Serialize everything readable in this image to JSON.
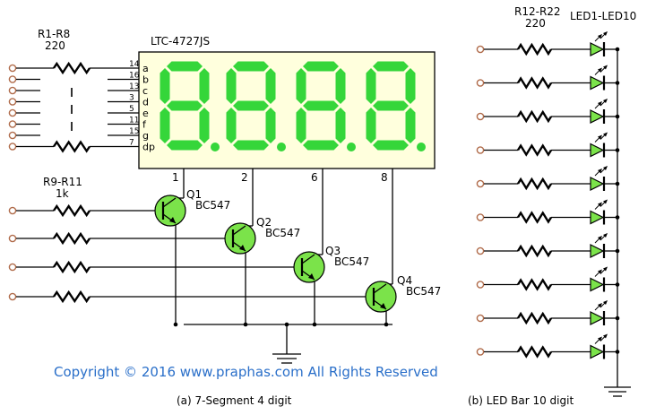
{
  "left_circuit": {
    "resistor_group_1": {
      "name": "R1-R8",
      "value": "220"
    },
    "resistor_group_2": {
      "name": "R9-R11",
      "value": "1k"
    },
    "display": {
      "part": "LTC-4727JS",
      "segment_pins": [
        "14",
        "16",
        "13",
        "3",
        "5",
        "11",
        "15",
        "7"
      ],
      "segment_names": [
        "a",
        "b",
        "c",
        "d",
        "e",
        "f",
        "g",
        "dp"
      ],
      "digit_pins": [
        "1",
        "2",
        "6",
        "8"
      ]
    },
    "transistors": [
      {
        "ref": "Q1",
        "type": "BC547"
      },
      {
        "ref": "Q2",
        "type": "BC547"
      },
      {
        "ref": "Q3",
        "type": "BC547"
      },
      {
        "ref": "Q4",
        "type": "BC547"
      }
    ],
    "caption": "(a) 7-Segment 4 digit"
  },
  "right_circuit": {
    "resistor_group": {
      "name": "R12-R22",
      "value": "220"
    },
    "led_group": "LED1-LED10",
    "caption": "(b) LED Bar 10 digit"
  },
  "copyright": "Copyright © 2016 www.praphas.com  All Rights Reserved",
  "colors": {
    "segment_green": "#35d63a",
    "transistor_green": "#7be34a",
    "led_green": "#7be34a",
    "display_body": "#ffffdd",
    "terminal_ring": "#b06b4a",
    "copyright_blue": "#2a6fc9"
  }
}
